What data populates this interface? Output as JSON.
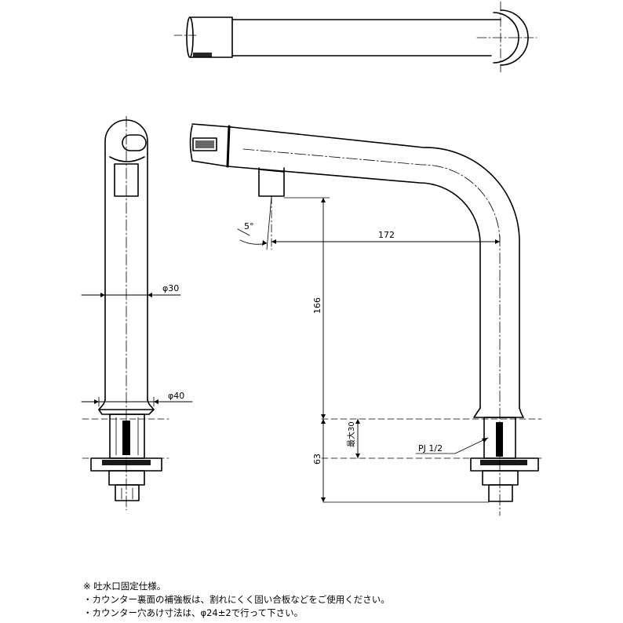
{
  "dimensions": {
    "angle": "5°",
    "reach": "172",
    "diameter_body": "φ30",
    "diameter_base": "φ40",
    "height": "166",
    "shank_length": "63",
    "max_counter": "最大30",
    "thread": "PJ 1/2"
  },
  "notes": {
    "title": "※ 吐水口固定仕様。",
    "line1": "・カウンター裏面の補強板は、割れにくく固い合板などをご使用ください。",
    "line2": "・カウンター穴あけ寸法は、φ24±2で行って下さい。"
  }
}
